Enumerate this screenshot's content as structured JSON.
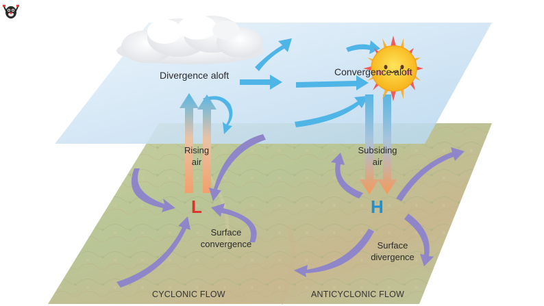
{
  "labels": {
    "divergence_aloft": "Divergence aloft",
    "convergence_aloft": "Convergence aloft",
    "rising_air": "Rising\nair",
    "subsiding_air": "Subsiding\nair",
    "low": "L",
    "high": "H",
    "surface_convergence": "Surface\nconvergence",
    "surface_divergence": "Surface\ndivergence",
    "cyclonic_flow": "CYCLONIC FLOW",
    "anticyclonic_flow": "ANTICYCLONIC FLOW"
  },
  "colors": {
    "low_letter": "#e0312d",
    "high_letter": "#1f8fd0",
    "aloft_arrow": "#4fb4e6",
    "surface_arrow": "#8f86c9",
    "vertical_arrow": "#f2a56b"
  },
  "icons": {
    "corner_logo": "mole-cartoon-icon",
    "sun": "smiling-sun-icon",
    "cloud": "cloud-icon"
  }
}
